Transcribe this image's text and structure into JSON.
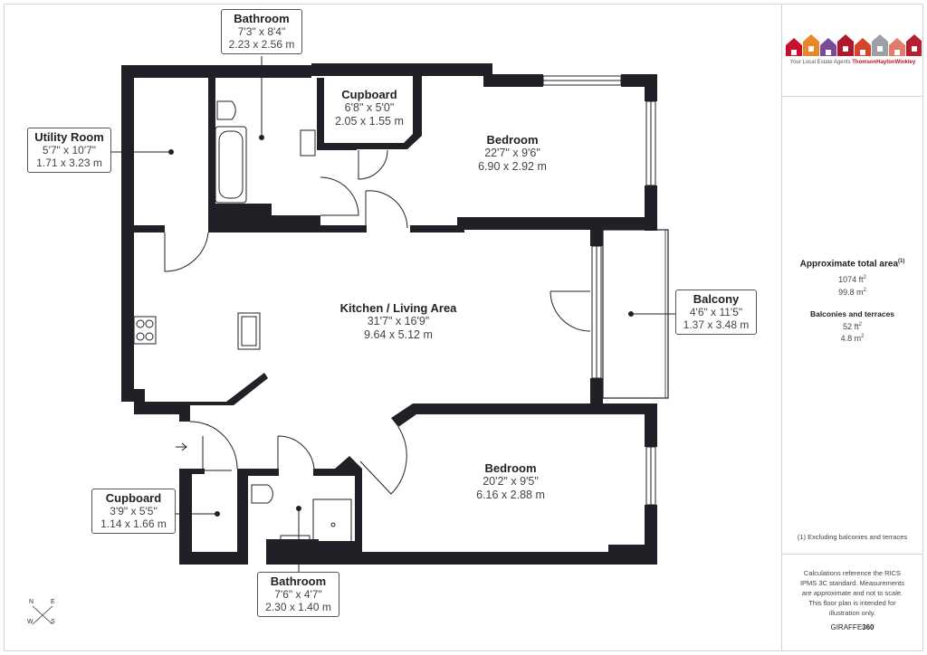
{
  "brand": {
    "tagline": "Your Local Estate Agents",
    "name": "ThomsonHaytonWinkley",
    "colors": [
      "#c8102e",
      "#e9862a",
      "#7b4a96",
      "#b0172b",
      "#d6452b",
      "#9aa0a6",
      "#e07c6a",
      "#b51f2e"
    ]
  },
  "rooms": {
    "bathroom_top": {
      "name": "Bathroom",
      "imperial": "7'3\" x 8'4\"",
      "metric": "2.23 x 2.56 m"
    },
    "utility": {
      "name": "Utility Room",
      "imperial": "5'7\" x 10'7\"",
      "metric": "1.71 x 3.23 m"
    },
    "cupboard_top": {
      "name": "Cupboard",
      "imperial": "6'8\" x 5'0\"",
      "metric": "2.05 x 1.55 m"
    },
    "bedroom_top": {
      "name": "Bedroom",
      "imperial": "22'7\" x 9'6\"",
      "metric": "6.90 x 2.92 m"
    },
    "kitchen": {
      "name": "Kitchen / Living Area",
      "imperial": "31'7\" x 16'9\"",
      "metric": "9.64 x 5.12 m"
    },
    "balcony": {
      "name": "Balcony",
      "imperial": "4'6\" x 11'5\"",
      "metric": "1.37 x 3.48 m"
    },
    "bedroom_bottom": {
      "name": "Bedroom",
      "imperial": "20'2\" x 9'5\"",
      "metric": "6.16 x 2.88 m"
    },
    "cupboard_bottom": {
      "name": "Cupboard",
      "imperial": "3'9\" x 5'5\"",
      "metric": "1.14 x 1.66 m"
    },
    "bathroom_bottom": {
      "name": "Bathroom",
      "imperial": "7'6\" x 4'7\"",
      "metric": "2.30 x 1.40 m"
    }
  },
  "area": {
    "heading": "Approximate total area",
    "heading_sup": "(1)",
    "sqft": "1074 ft",
    "sqm": "99.8 m",
    "balconies_heading": "Balconies and terraces",
    "balconies_sqft": "52 ft",
    "balconies_sqm": "4.8 m",
    "sup2": "2"
  },
  "footnote": "(1) Excluding balconies and terraces",
  "disclaimer": "Calculations reference the RICS IPMS 3C standard. Measurements are approximate and not to scale. This floor plan is intended for illustration only.",
  "credit": "GIRAFFE",
  "credit_bold": "360",
  "compass": {
    "n": "N",
    "e": "E",
    "w": "W",
    "s": "S"
  }
}
